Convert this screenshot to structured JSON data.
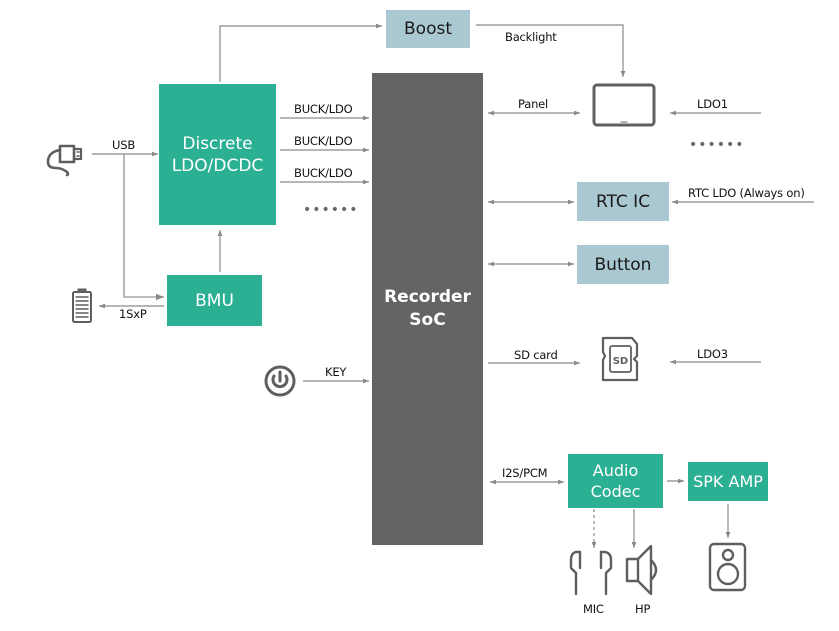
{
  "diagram": {
    "colors": {
      "pmic_green": "#2bb093",
      "peripheral_blue": "#a9c8d1",
      "soc_gray": "#646464",
      "line_gray": "#8a8a8a",
      "icon_gray": "#5f5f5f"
    },
    "blocks": {
      "boost": "Boost",
      "discrete_line1": "Discrete",
      "discrete_line2": "LDO/DCDC",
      "bmu": "BMU",
      "soc_line1": "Recorder",
      "soc_line2": "SoC",
      "rtc_ic": "RTC IC",
      "button": "Button",
      "audio_codec_line1": "Audio",
      "audio_codec_line2": "Codec",
      "spk_amp": "SPK AMP"
    },
    "labels": {
      "backlight": "Backlight",
      "usb": "USB",
      "buck_ldo_1": "BUCK/LDO",
      "buck_ldo_2": "BUCK/LDO",
      "buck_ldo_3": "BUCK/LDO",
      "buck_ellipsis": "••••••",
      "battery_config": "1SxP",
      "key": "KEY",
      "panel": "Panel",
      "ldo1": "LDO1",
      "ldo_ellipsis": "••••••",
      "rtc_ldo": "RTC LDO (Always on)",
      "sd_card": "SD card",
      "ldo3": "LDO3",
      "i2s_pcm": "I2S/PCM",
      "mic": "MIC",
      "hp": "HP"
    },
    "icons": {
      "usb": "usb-plug-icon",
      "battery": "battery-icon",
      "power": "power-button-icon",
      "display": "display-panel-icon",
      "sd": "sd-card-icon",
      "earphones": "earphones-icon",
      "headphone_speaker": "speaker-cone-icon",
      "loudspeaker": "loudspeaker-icon"
    }
  }
}
